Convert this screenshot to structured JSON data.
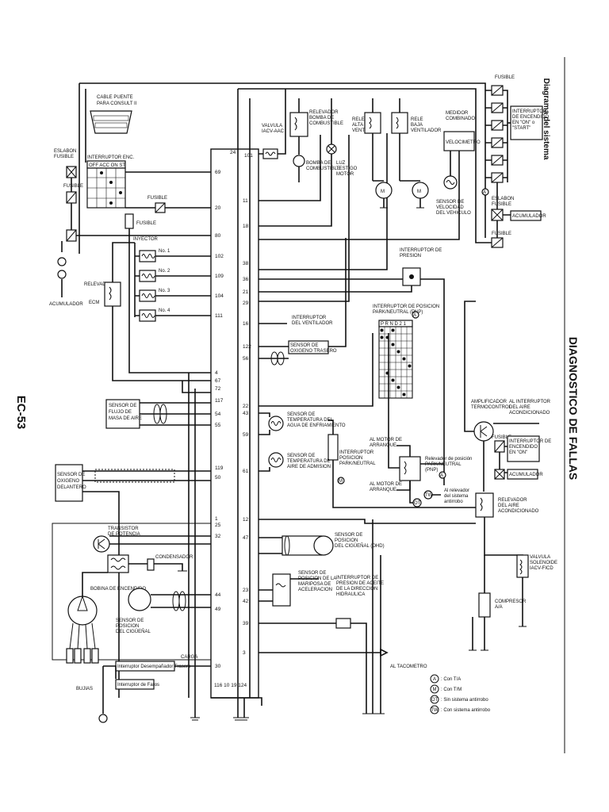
{
  "page": {
    "number": "EC-53",
    "section_title": "DIAGNOSTICO DE FALLAS",
    "subtitle": "Diagrama del sistema"
  },
  "ecm_pins": {
    "left": [
      "69",
      "20",
      "80",
      "102",
      "109",
      "104",
      "111",
      "4",
      "67",
      "72",
      "117",
      "54",
      "55",
      "119",
      "50",
      "1",
      "25",
      "32",
      "44",
      "49",
      "30"
    ],
    "right_top": [
      "24",
      "101",
      "11",
      "18",
      "38",
      "36",
      "21",
      "29",
      "16",
      "122",
      "56",
      "22",
      "43",
      "59",
      "61",
      "12",
      "47",
      "23",
      "42",
      "39",
      "3"
    ],
    "bottom": "116 10 19 124"
  },
  "labels": {
    "cable_puente": "CABLE PUENTE",
    "para_consult": "PARA CONSULT II",
    "eslabon_fusible": "ESLABON\nFUSIBLE",
    "fusible": "FUSIBLE",
    "interruptor_enc": "INTERRUPTOR ENC.",
    "switch_pos": "OFF ACC ON ST",
    "fusible2": "FUSIBLE",
    "fusible3": "FUSIBLE",
    "inyector": "INYECTOR",
    "no1": "No. 1",
    "no2": "No. 2",
    "no3": "No. 3",
    "no4": "No. 4",
    "acumulador_left": "ACUMULADOR",
    "relevador_ecm": "RELEVADOR\nECM",
    "sensor_flujo": "SENSOR DE\nFLUJO DE\nMASA DE AIRE",
    "sensor_oxigeno_del": "SENSOR DE\nOXIGENO\nDELANTERO",
    "transistor": "TRANSISTOR\nDE POTENCIA",
    "condensador": "CONDENSADOR",
    "bobina": "BOBINA DE ENCENDIDO",
    "sensor_pos_cig": "SENSOR DE\nPOSICION\nDEL CIGÜEÑAL",
    "carga": "CARGA",
    "int_desempanador": "Interruptor Desempañador Trasero",
    "int_faros": "Interruptor de Faros",
    "bujias": "BUJIAS",
    "valvula_iacv": "VALVULA\nIACV-AAC",
    "relevador_bomba": "RELEVADOR\nBOMBA DE\nCOMBUSTIBLE",
    "bomba_combustible": "BOMBA DE\nCOMBUSTIBLE",
    "luz_testigo": "LUZ\nTESTIGO\nMOTOR",
    "rele_alta": "RELE\nALTA\nVENT.",
    "rele_baja": "RELE\nBAJA\nVENTILADOR",
    "medidor_combinado": "MEDIDOR\nCOMBINADO",
    "velocimetro": "VELOCIMETRO",
    "sensor_velocidad": "SENSOR DE\nVELOCIDAD\nDEL VEHICULO",
    "fusible_top": "FUSIBLE",
    "int_encendido_on_start": "INTERRUPTOR\nDE ENCENDIDO\nEN \"ON\" o\n\"START\"",
    "eslabon_fusible_right": "ESLABON\nFUSIBLE",
    "acumulador_right": "ACUMULADOR",
    "fusible_right": "FUSIBLE",
    "int_presion": "INTERRUPTOR DE\nPRESION",
    "int_ventilador": "INTERRUPTOR\nDEL VENTILADOR",
    "sensor_oxigeno_tras": "SENSOR DE\nOXIGENO TRASERO",
    "int_pnp": "INTERRUPTOR DE POSICION\nPARK/NEUTRAL (PNP)",
    "pnp_cols": "P R N D 2 1",
    "sensor_temp_agua": "SENSOR DE\nTEMPERATURA DEL\nAGUA DE ENFRIAMIENTO",
    "sensor_temp_aire": "SENSOR DE\nTEMPERATURA DE\nAIRE DE ADMISION",
    "int_posicion_pn": "INTERRUPTOR\nPOSICION\nPARK/NEUTRAL",
    "al_motor_arranque1": "AL MOTOR DE\nARRANQUE",
    "al_motor_arranque2": "AL MOTOR DE\nARRANQUE",
    "relevador_pnp": "Relevador de posición\nPARK/NEUTRAL\n(PNP)",
    "al_relevador_antirrobo": "Al relevador\ndel sistema\nantirrobo",
    "amplificador": "AMPLIFICADOR\nTERMOCONTROL",
    "al_int_aire": "AL INTERRUPTOR\nDEL AIRE\nACONDICIONADO",
    "int_encendido_on": "INTERRUPTOR DE\nENCENDIDO\nEN \"ON\"",
    "acumulador_right2": "ACUMULADOR",
    "fusible_right2": "FUSIBLE",
    "relevador_aire": "RELEVADOR\nDEL AIRE\nACONDICIONADO",
    "sensor_pos_cig_ohd": "SENSOR DE\nPOSICION\nDEL CIGÜEÑAL (OHD)",
    "sensor_mariposa": "SENSOR DE\nPOSICION DE LA\nMARIPOSA DE\nACELERACION",
    "int_presion_aceite": "INTERRUPTOR DE\nPRESION DE ACEITE\nDE LA DIRECCION\nHIDRAULICA",
    "valvula_solenoide": "VALVULA\nSOLENOIDE\nIACV-FICD",
    "compresor": "COMPRESOR\nA/A",
    "al_tacometro": "AL TACOMETRO"
  },
  "legend": [
    {
      "symbol": "A",
      "text": ": Con T/A"
    },
    {
      "symbol": "M",
      "text": ": Con T/M"
    },
    {
      "symbol": "OT",
      "text": ": Sin sistema antirrobo"
    },
    {
      "symbol": "TW",
      "text": ": Con sistema antirrobo"
    }
  ]
}
